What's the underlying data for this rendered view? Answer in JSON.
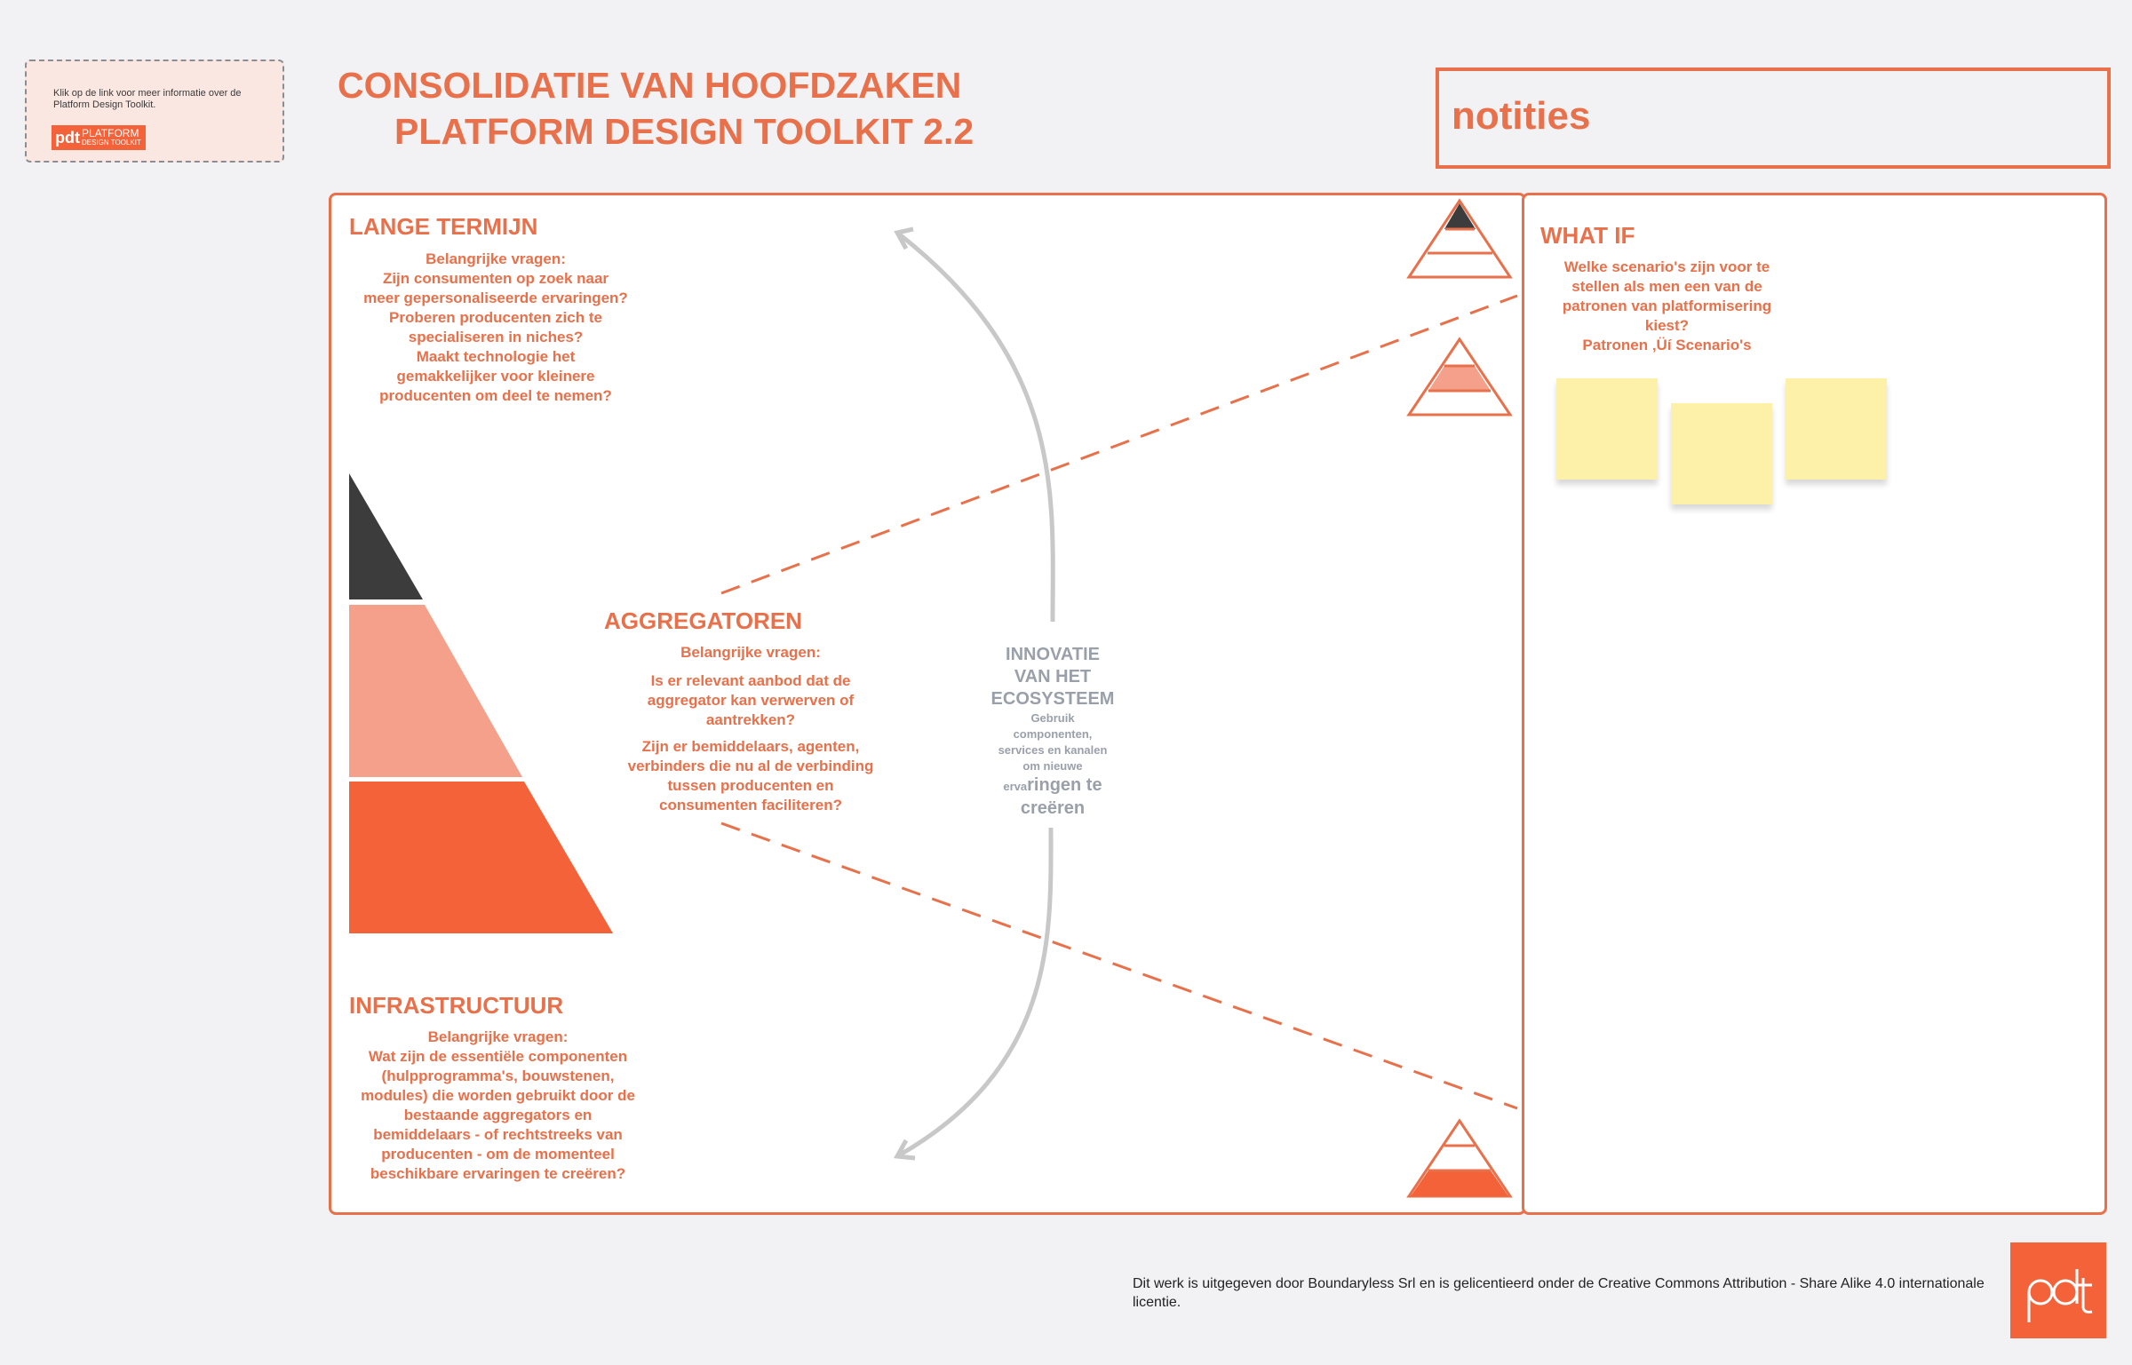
{
  "info_card": {
    "text": "Klik op de link voor meer informatie over de Platform Design Toolkit.",
    "badge_mark": "pdt",
    "badge_word1": "PLATFORM",
    "badge_word2": "DESIGN TOOLKIT"
  },
  "title": {
    "line1": "CONSOLIDATIE VAN HOOFDZAKEN",
    "line2": "PLATFORM DESIGN TOOLKIT 2.2"
  },
  "notes": {
    "label": "notities"
  },
  "long_term": {
    "heading": "LANGE TERMIJN",
    "lines": [
      "Belangrijke vragen:",
      "Zijn consumenten op zoek naar",
      "meer gepersonaliseerde ervaringen?",
      "Proberen producenten zich te",
      "specialiseren in niches?",
      "Maakt technologie het",
      "gemakkelijker voor kleinere",
      "producenten om deel te nemen?"
    ]
  },
  "aggregators": {
    "heading": "AGGREGATOREN",
    "intro": "Belangrijke vragen:",
    "q1_lines": [
      "Is er relevant aanbod dat de",
      "aggregator kan verwerven of",
      "aantrekken?"
    ],
    "q2_lines": [
      "Zijn er bemiddelaars, agenten,",
      "verbinders die nu al de verbinding",
      "tussen producenten en",
      "consumenten faciliteren?"
    ]
  },
  "infrastructure": {
    "heading": "INFRASTRUCTUUR",
    "lines": [
      "Belangrijke vragen:",
      "Wat zijn de essentiële componenten",
      "(hulpprogramma's, bouwstenen,",
      "modules) die worden gebruikt door de",
      "bestaande aggregators en",
      "bemiddelaars - of rechtstreeks van",
      "producenten - om de momenteel",
      "beschikbare ervaringen te creëren?"
    ]
  },
  "innovation": {
    "title_lines": [
      "INNOVATIE",
      "VAN HET",
      "ECOSYSTEEM"
    ],
    "sub_lines": [
      "Gebruik",
      "componenten,",
      "services en kanalen",
      "om nieuwe"
    ],
    "line_a_small": "erva",
    "line_a_big": "ringen te",
    "line_b": "creëren"
  },
  "what_if": {
    "heading": "WHAT IF",
    "lines": [
      "Welke scenario's zijn voor te",
      "stellen als men een van de",
      "patronen van platformisering",
      "kiest?",
      "Patronen ‚Üí Scenario's"
    ]
  },
  "footer": {
    "license": "Dit werk is uitgegeven door Boundaryless Srl en is gelicentieerd onder de Creative Commons Attribution - Share Alike 4.0 internationale licentie."
  },
  "colors": {
    "accent": "#e8704a",
    "top_layer": "#3c3c3c",
    "middle_layer": "#f4a08a",
    "bottom_layer": "#f4623a",
    "sticky": "#fdf0a8",
    "arrow_gray": "#c8c8c8"
  },
  "icons": [
    "pdt-logo-icon",
    "pyramid-icon",
    "curved-arrow-icon"
  ]
}
